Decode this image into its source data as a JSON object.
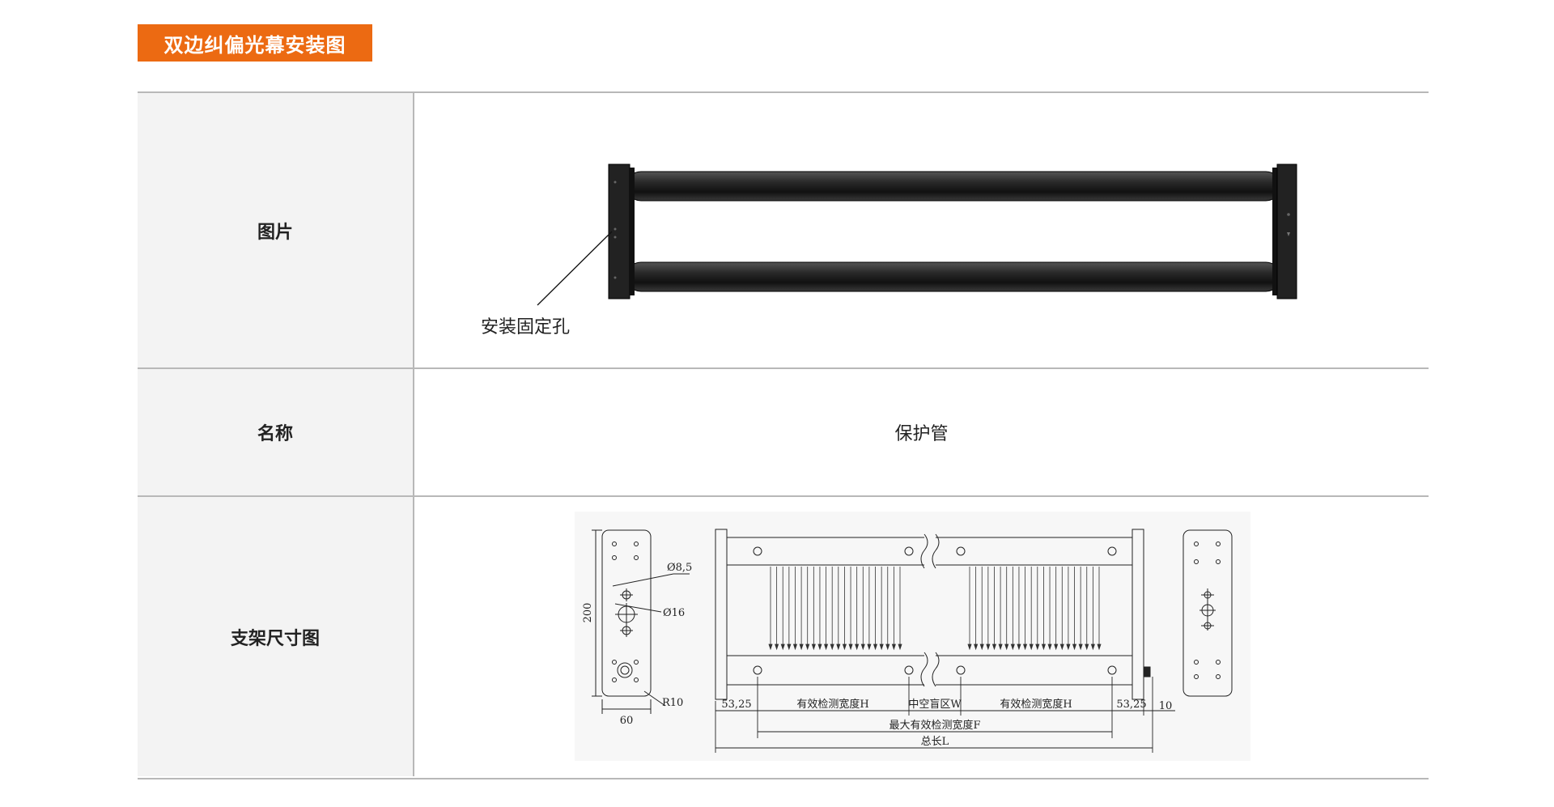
{
  "header": {
    "title": "双边纠偏光幕安装图"
  },
  "rows": [
    {
      "label": "图片"
    },
    {
      "label": "名称",
      "value": "保护管"
    },
    {
      "label": "支架尺寸图"
    }
  ],
  "photo": {
    "callout": "安装固定孔"
  },
  "drawing": {
    "dim_height": "200",
    "dim_width": "60",
    "dim_hole_small": "Ø8,5",
    "dim_hole_large": "Ø16",
    "dim_radius": "R10",
    "dim_left_offset": "53,25",
    "dim_detect_h_left": "有效检测宽度H",
    "dim_center_blind": "中空盲区W",
    "dim_detect_h_right": "有效检测宽度H",
    "dim_right_offset": "53,25",
    "dim_side": "10",
    "dim_max_detect": "最大有效检测宽度F",
    "dim_total": "总长L"
  }
}
